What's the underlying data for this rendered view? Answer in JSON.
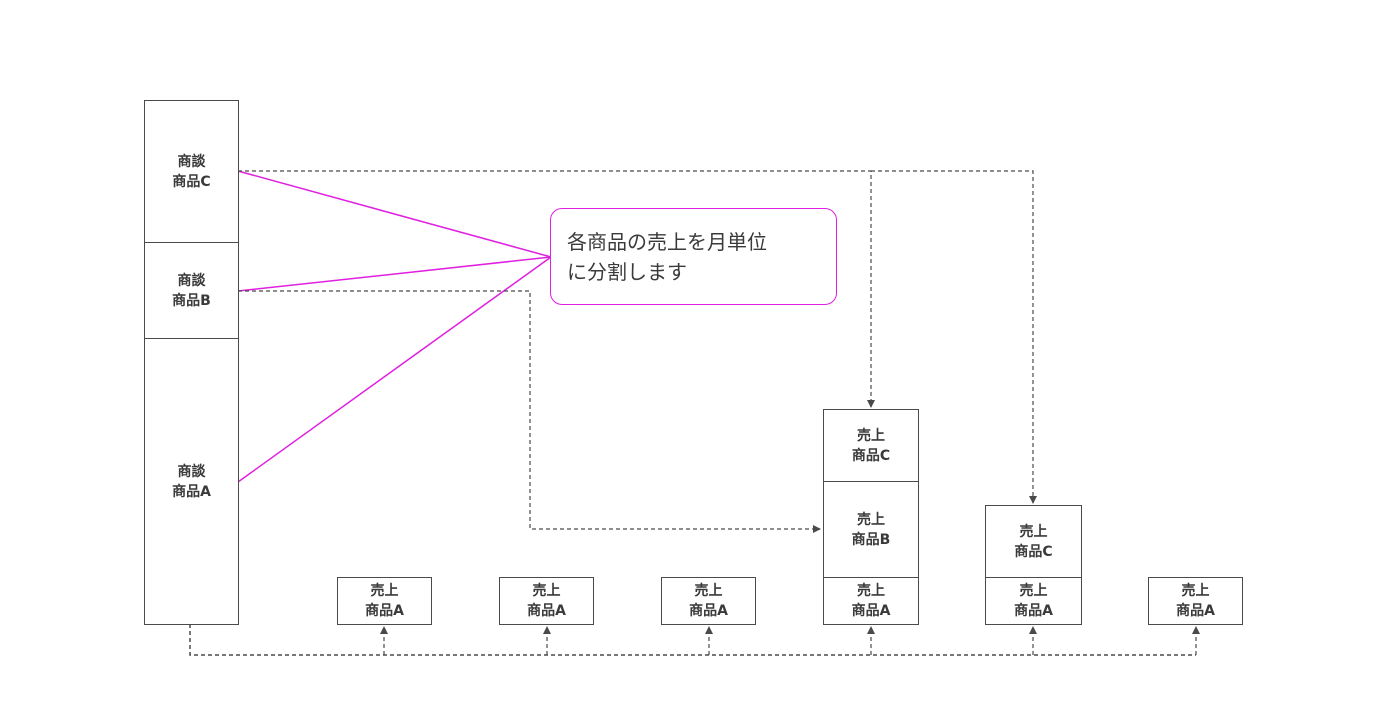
{
  "colors": {
    "box_border": "#4a4a4a",
    "text": "#3a3a3a",
    "accent": "#e020e0",
    "connector": "#4a4a4a"
  },
  "deals": [
    {
      "line1": "商談",
      "line2": "商品C"
    },
    {
      "line1": "商談",
      "line2": "商品B"
    },
    {
      "line1": "商談",
      "line2": "商品A"
    }
  ],
  "callout": {
    "line1": "各商品の売上を月単位",
    "line2": "に分割します"
  },
  "sales_columns": [
    {
      "blocks": [
        {
          "line1": "売上",
          "line2": "商品A"
        }
      ]
    },
    {
      "blocks": [
        {
          "line1": "売上",
          "line2": "商品A"
        }
      ]
    },
    {
      "blocks": [
        {
          "line1": "売上",
          "line2": "商品A"
        }
      ]
    },
    {
      "blocks": [
        {
          "line1": "売上",
          "line2": "商品C"
        },
        {
          "line1": "売上",
          "line2": "商品B"
        },
        {
          "line1": "売上",
          "line2": "商品A"
        }
      ]
    },
    {
      "blocks": [
        {
          "line1": "売上",
          "line2": "商品C"
        },
        {
          "line1": "売上",
          "line2": "商品A"
        }
      ]
    },
    {
      "blocks": [
        {
          "line1": "売上",
          "line2": "商品A"
        }
      ]
    }
  ]
}
